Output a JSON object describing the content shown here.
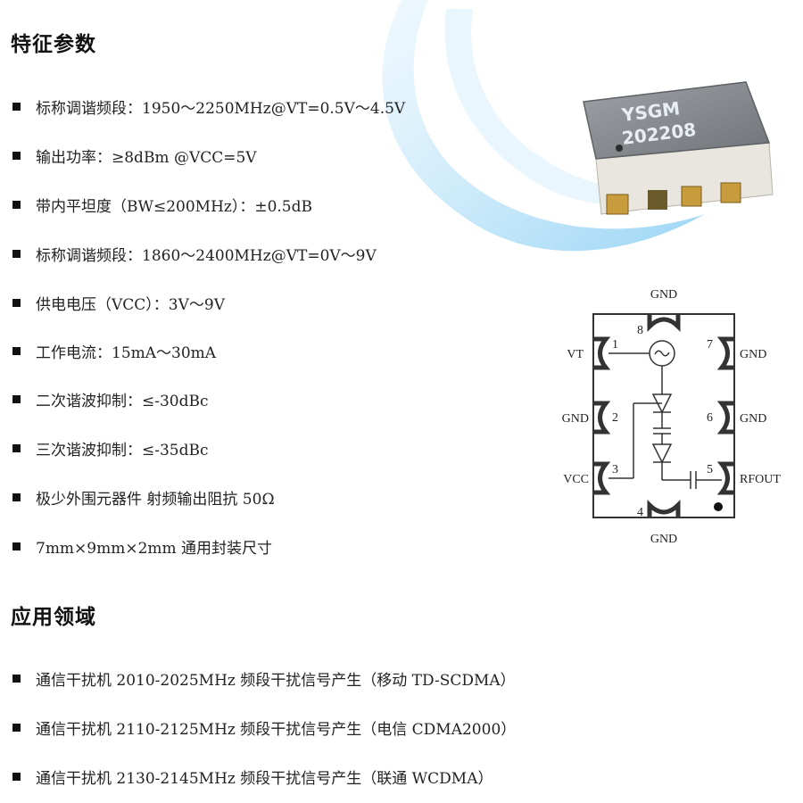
{
  "specs": {
    "title": "特征参数",
    "items": [
      "标称调谐频段：1950～2250MHz@VT=0.5V～4.5V",
      "输出功率：≥8dBm @VCC=5V",
      "带内平坦度（BW≤200MHz）：±0.5dB",
      "标称调谐频段：1860～2400MHz@VT=0V～9V",
      "供电电压（VCC）：3V～9V",
      "工作电流：15mA～30mA",
      "二次谐波抑制：≤-30dBc",
      "三次谐波抑制：≤-35dBc",
      "极少外围元器件 射频输出阻抗 50Ω",
      "7mm×9mm×2mm 通用封装尺寸"
    ]
  },
  "applications": {
    "title": "应用领域",
    "items": [
      "通信干扰机 2010-2025MHz 频段干扰信号产生（移动 TD-SCDMA）",
      "通信干扰机 2110-2125MHz 频段干扰信号产生（电信 CDMA2000）",
      "通信干扰机 2130-2145MHz 频段干扰信号产生（联通 WCDMA）"
    ]
  },
  "chip": {
    "line1": "YSGM",
    "line2": "202208"
  },
  "pinout": {
    "pins": [
      {
        "num": "1",
        "name": "VT"
      },
      {
        "num": "2",
        "name": "GND"
      },
      {
        "num": "3",
        "name": "VCC"
      },
      {
        "num": "4",
        "name": "GND"
      },
      {
        "num": "5",
        "name": "RFOUT"
      },
      {
        "num": "6",
        "name": "GND"
      },
      {
        "num": "7",
        "name": "GND"
      },
      {
        "num": "8",
        "name": "GND"
      }
    ]
  },
  "colors": {
    "watermark": "#8fd0f3",
    "chip_body": "#8a8d90",
    "chip_text": "#e8eef4",
    "pad": "#c89b3c"
  },
  "icons": {
    "bullet": "black-square-bullet",
    "oscillator": "tilde-in-circle"
  }
}
